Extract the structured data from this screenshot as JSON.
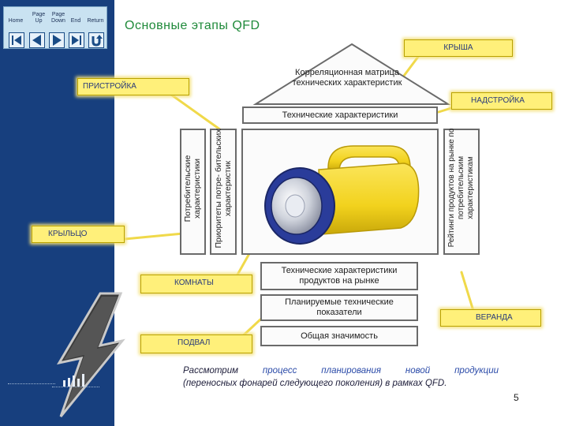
{
  "nav": {
    "home": "Home",
    "page_up": "Page Up",
    "page_down": "Page Down",
    "end": "End",
    "return": "Return"
  },
  "title": "Основные этапы QFD",
  "house": {
    "roof": "Корреляционная матрица технических характеристик",
    "tech_characteristics": "Технические характеристики",
    "consumer_characteristics": "Потребительские характеристики",
    "consumer_priorities": "Приоритеты потре- бительских характеристик",
    "product_ratings": "Рейтинги продуктов на рынке по потребительским характеристикам",
    "market_tech": "Технические характеристики продуктов на рынке",
    "planned_tech": "Планируемые технические показатели",
    "overall_importance": "Общая значимость"
  },
  "callouts": {
    "roof": "КРЫША",
    "annex": "ПРИСТРОЙКА",
    "superstructure": "НАДСТРОЙКА",
    "porch": "КРЫЛЬЦО",
    "rooms": "КОМНАТЫ",
    "veranda": "ВЕРАНДА",
    "basement": "ПОДВАЛ"
  },
  "footer": {
    "w1": "Рассмотрим",
    "w2": "процесс",
    "w3": "планирования",
    "w4": "новой",
    "w5": "продукции",
    "line2": "(переносных фонарей следующего поколения) в рамках QFD."
  },
  "page_number": "5",
  "colors": {
    "sidebar": "#173f7e",
    "title": "#1f8a3a",
    "callout_fill": "#fff07a",
    "callout_text": "#283a7a",
    "flashlight_body": "#f2d21d",
    "flashlight_head": "#2a3c9a"
  }
}
